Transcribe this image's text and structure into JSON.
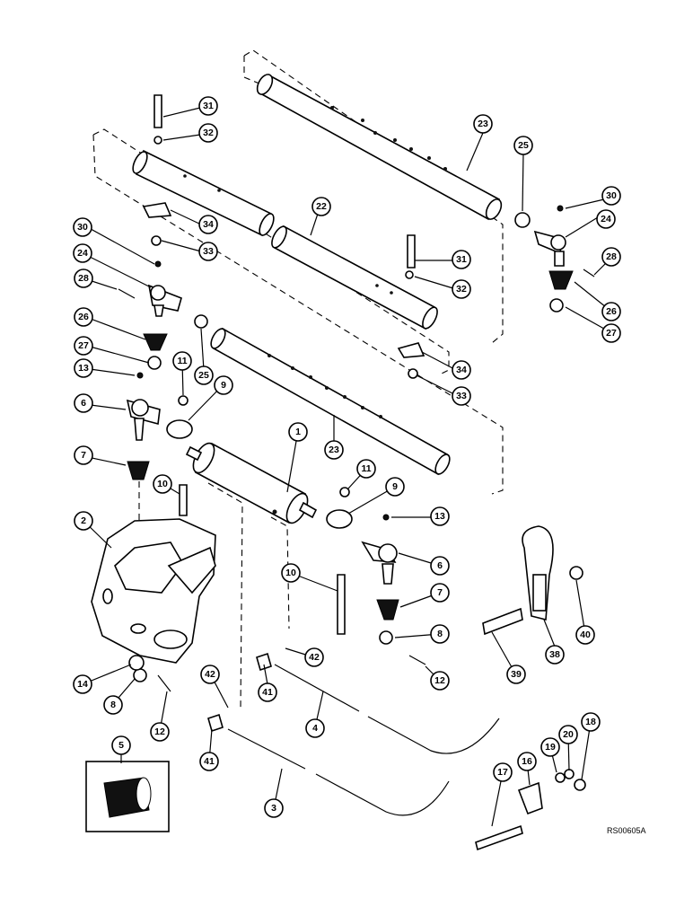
{
  "diagram": {
    "reference": "RS00605A",
    "callouts": [
      "31",
      "32",
      "23",
      "25",
      "30",
      "24",
      "22",
      "34",
      "33",
      "28",
      "31",
      "32",
      "26",
      "27",
      "30",
      "24",
      "28",
      "26",
      "27",
      "25",
      "11",
      "34",
      "33",
      "13",
      "9",
      "6",
      "23",
      "7",
      "1",
      "11",
      "9",
      "13",
      "10",
      "2",
      "6",
      "10",
      "7",
      "8",
      "38",
      "40",
      "39",
      "42",
      "12",
      "14",
      "42",
      "41",
      "8",
      "12",
      "4",
      "41",
      "3",
      "5",
      "17",
      "16",
      "19",
      "20",
      "18"
    ]
  }
}
